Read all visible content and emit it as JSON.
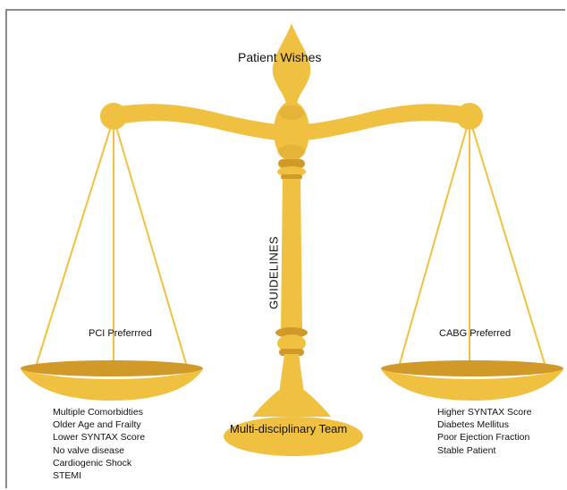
{
  "colors": {
    "gold": "#f0c040",
    "gold_dark": "#d19a28",
    "frame": "#8c8c8c",
    "text": "#111111"
  },
  "diagram": {
    "top_label": "Patient Wishes",
    "center_label": "GUIDELINES",
    "base_label": "Multi-disciplinary Team",
    "left_pan": {
      "label": "PCI Preferrred",
      "factors": [
        "Multiple Comorbidties",
        "Older Age and Frailty",
        "Lower SYNTAX Score",
        "No valve disease",
        "Cardiogenic Shock",
        "STEMI"
      ]
    },
    "right_pan": {
      "label": "CABG Preferred",
      "factors": [
        "Higher SYNTAX Score",
        "Diabetes Mellitus",
        "Poor Ejection Fraction",
        "Stable Patient"
      ]
    }
  }
}
